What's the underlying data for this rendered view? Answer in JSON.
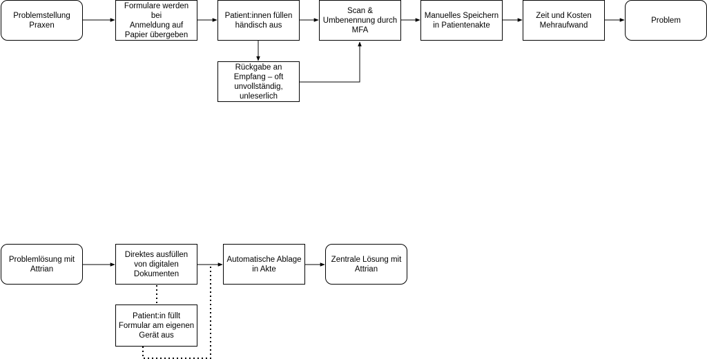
{
  "problem_flow": {
    "start": "Problemstellung\nPraxen",
    "step1": "Formulare werden bei\nAnmeldung auf\nPapier übergeben",
    "step2": "Patient:innen füllen\nhändisch aus",
    "step3": "Scan &\nUmbenennung durch\nMFA",
    "step4": "Manuelles Speichern\nin Patientenakte",
    "step5": "Zeit und Kosten\nMehraufwand",
    "end": "Problem",
    "side": "Rückgabe an\nEmpfang – oft\nunvollständig,\nunleserlich"
  },
  "solution_flow": {
    "start": "Problemlösung mit\nAttrian",
    "step1": "Direktes ausfüllen\nvon digitalen\nDokumenten",
    "step2": "Automatische Ablage\nin Akte",
    "end": "Zentrale Lösung mit\nAttrian",
    "side": "Patient:in füllt\nFormular am eigenen\nGerät aus"
  },
  "colors": {
    "stroke": "#000000",
    "fill": "#ffffff"
  }
}
